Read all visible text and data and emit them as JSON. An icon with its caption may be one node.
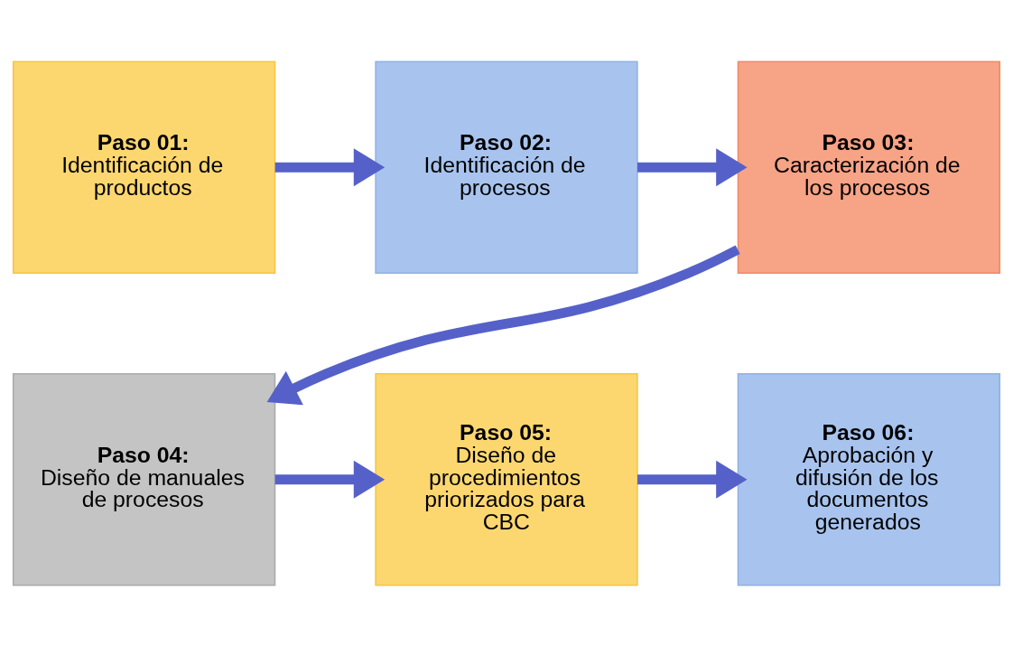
{
  "diagram": {
    "nodes": [
      {
        "text": [
          "Paso 01:",
          "Identificación de productos"
        ]
      },
      {
        "text": [
          "Paso 02:",
          "Identificación de procesos"
        ]
      },
      {
        "text": [
          "Paso 03:",
          "Caracterización de los procesos"
        ]
      },
      {
        "text": [
          "Paso 04:",
          "Diseño de manuales de procesos"
        ]
      },
      {
        "text": [
          "Paso 05:",
          "Diseño de procedimientos priorizados para CBC"
        ]
      },
      {
        "text": [
          "Paso 06:",
          "Aprobación y difusión de los documentos generados"
        ]
      }
    ],
    "edges": [
      {
        "from": 0,
        "to": 1,
        "arrow": "to"
      },
      {
        "from": 1,
        "to": 2,
        "arrow": "to"
      },
      {
        "from": 2,
        "to": 3,
        "arrow": "to"
      },
      {
        "from": 3,
        "to": 4,
        "arrow": "to"
      },
      {
        "from": 4,
        "to": 5,
        "arrow": "to"
      }
    ]
  }
}
